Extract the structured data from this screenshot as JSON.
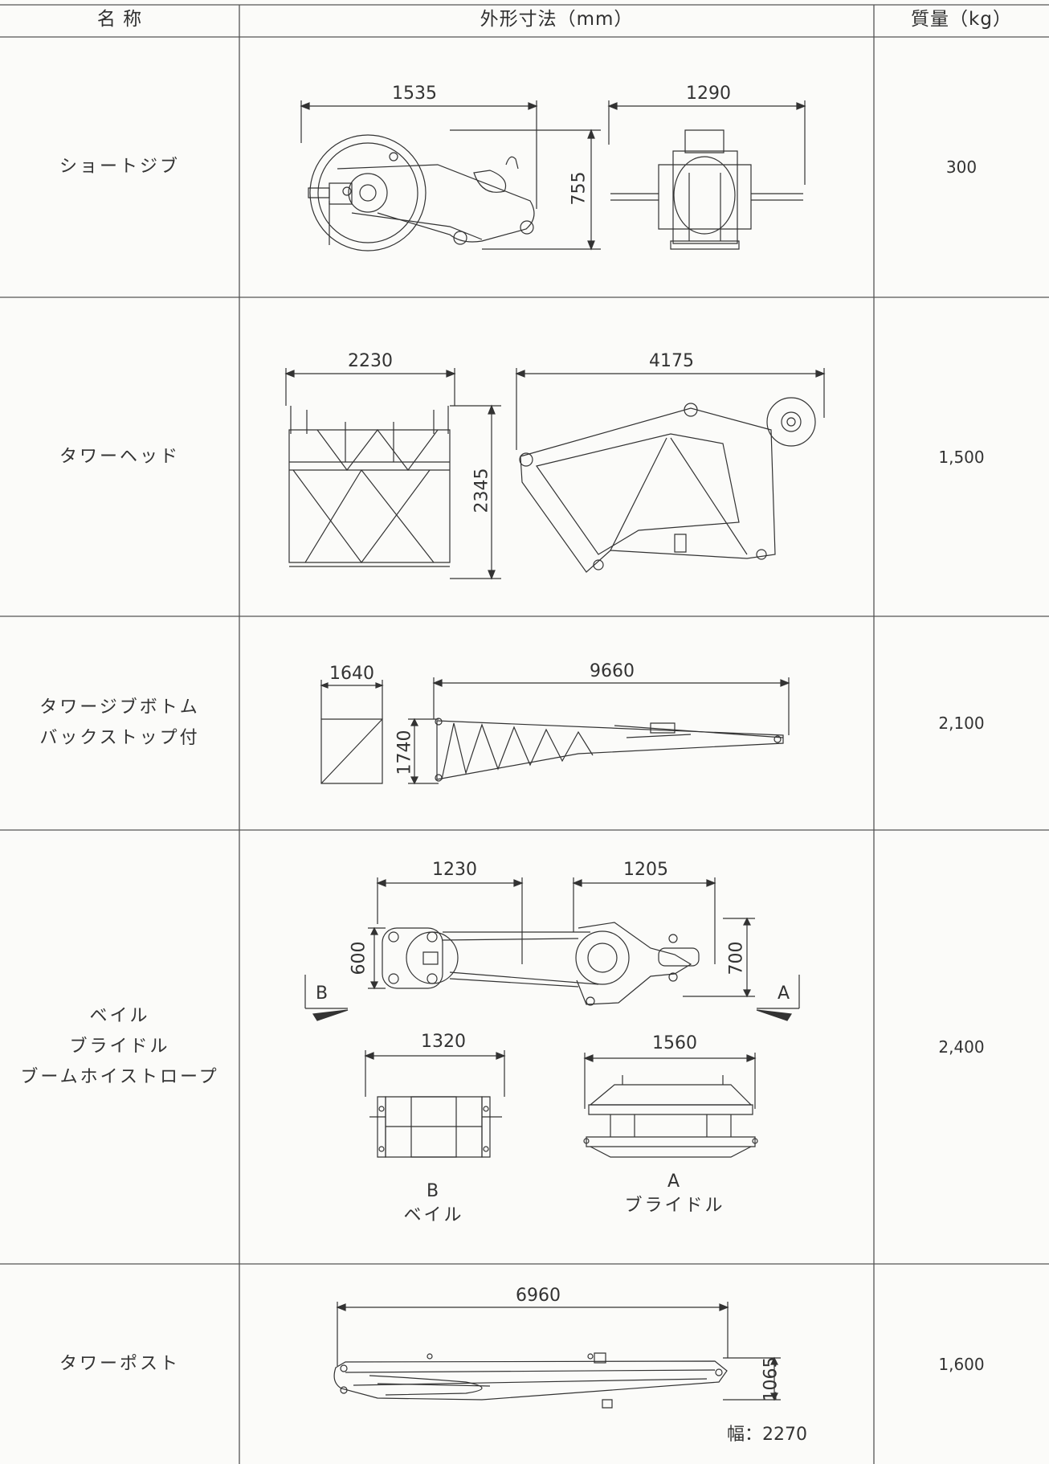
{
  "header": {
    "name": "名 称",
    "dims": "外形寸法（mm）",
    "mass": "質量（kg）"
  },
  "rows": [
    {
      "name_lines": [
        "ショートジブ"
      ],
      "mass": "300",
      "dims": [
        "1535",
        "1290",
        "755"
      ]
    },
    {
      "name_lines": [
        "タワーヘッド"
      ],
      "mass": "1,500",
      "dims": [
        "2230",
        "4175",
        "2345"
      ]
    },
    {
      "name_lines": [
        "タワージブボトム",
        "バックストップ付"
      ],
      "mass": "2,100",
      "dims": [
        "1640",
        "9660",
        "1740"
      ]
    },
    {
      "name_lines": [
        "ベイル",
        "ブライドル",
        "ブームホイストロープ"
      ],
      "mass": "2,400",
      "dims": [
        "1230",
        "1205",
        "600",
        "700",
        "1320",
        "1560"
      ],
      "view_marks": [
        "B",
        "A"
      ],
      "captions": [
        {
          "mark": "B",
          "text": "ベイル"
        },
        {
          "mark": "A",
          "text": "ブライドル"
        }
      ]
    },
    {
      "name_lines": [
        "タワーポスト"
      ],
      "mass": "1,600",
      "dims": [
        "6960",
        "1065"
      ],
      "note": "幅：2270"
    }
  ]
}
